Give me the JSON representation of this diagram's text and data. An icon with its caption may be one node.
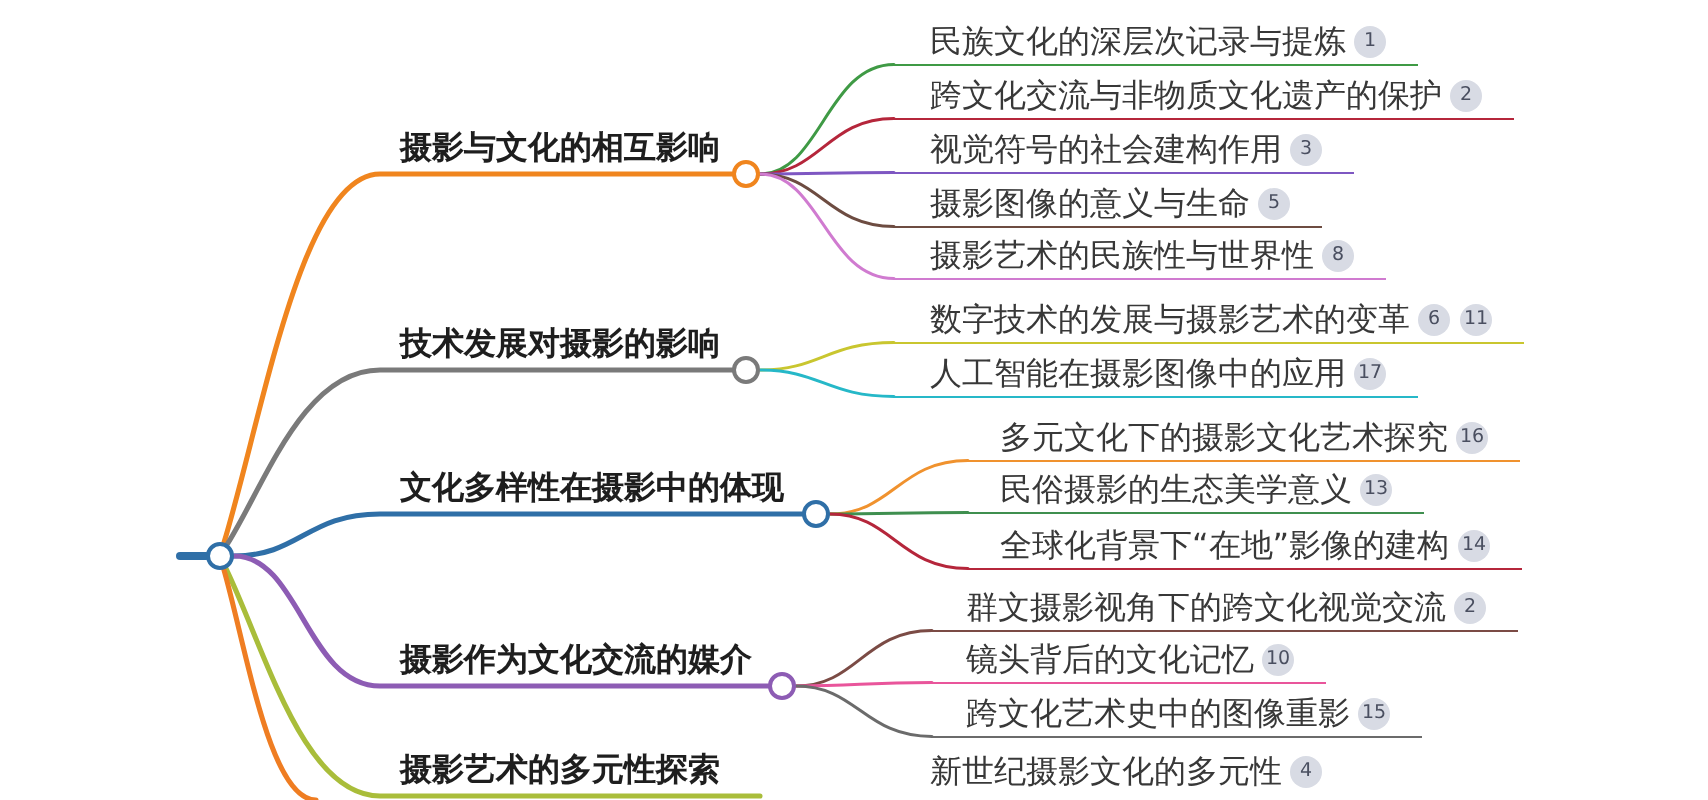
{
  "diagram": {
    "nodes": [
      {
        "text": [],
        "shape": "circle"
      },
      {
        "text": [],
        "shape": "circle"
      },
      {
        "text": [
          "民族文化的深层次记录与提炼",
          "1"
        ]
      },
      {
        "text": [
          "跨文化交流与非物质文化遗产的保护",
          "2"
        ]
      },
      {
        "text": [
          "视觉符号的社会建构作用",
          "3"
        ]
      },
      {
        "text": [
          "摄影图像的意义与生命",
          "5"
        ]
      },
      {
        "text": [
          "摄影艺术的民族性与世界性",
          "8"
        ]
      },
      {
        "text": [],
        "shape": "circle"
      },
      {
        "text": [
          "数字技术的发展与摄影艺术的变革",
          "6",
          "11"
        ]
      },
      {
        "text": [
          "人工智能在摄影图像中的应用",
          "17"
        ]
      },
      {
        "text": [],
        "shape": "circle"
      },
      {
        "text": [
          "多元文化下的摄影文化艺术探究",
          "16"
        ]
      },
      {
        "text": [
          "民俗摄影的生态美学意义",
          "13"
        ]
      },
      {
        "text": [
          "全球化背景下“在地”影像的建构",
          "14"
        ]
      },
      {
        "text": [],
        "shape": "circle"
      },
      {
        "text": [
          "群文摄影视角下的跨文化视觉交流",
          "2"
        ]
      },
      {
        "text": [
          "镜头背后的文化记忆",
          "10"
        ]
      },
      {
        "text": [
          "跨文化艺术史中的图像重影",
          "15"
        ]
      },
      {
        "text": [
          "新世纪摄影文化的多元性",
          "4"
        ]
      }
    ],
    "edges": [
      {
        "from": null,
        "to": 0,
        "arrow": "none",
        "style": "thick",
        "color": "#2f6fa7"
      },
      {
        "from": 0,
        "to": 1,
        "arrow": "none",
        "label": "摄影与文化的相互影响",
        "color": "#f0851e"
      },
      {
        "from": 0,
        "to": 7,
        "arrow": "none",
        "label": "技术发展对摄影的影响",
        "color": "#7a7a7a"
      },
      {
        "from": 0,
        "to": 10,
        "arrow": "none",
        "label": "文化多样性在摄影中的体现",
        "color": "#2f6fa7"
      },
      {
        "from": 0,
        "to": 14,
        "arrow": "none",
        "label": "摄影作为文化交流的媒介",
        "color": "#8d5cb4"
      },
      {
        "from": 0,
        "to": null,
        "arrow": "none",
        "label": "摄影艺术的多元性探索",
        "color": "#a9bd3a"
      },
      {
        "from": 0,
        "to": null,
        "arrow": "none",
        "color": "#ef7d22"
      },
      {
        "from": 1,
        "to": 2,
        "arrow": "none",
        "color": "#3f9a45"
      },
      {
        "from": 1,
        "to": 3,
        "arrow": "none",
        "color": "#b5263b"
      },
      {
        "from": 1,
        "to": 4,
        "arrow": "none",
        "color": "#7e57c2"
      },
      {
        "from": 1,
        "to": 5,
        "arrow": "none",
        "color": "#6d4c41"
      },
      {
        "from": 1,
        "to": 6,
        "arrow": "none",
        "color": "#d07bd0"
      },
      {
        "from": 7,
        "to": 8,
        "arrow": "none",
        "color": "#c9c62f"
      },
      {
        "from": 7,
        "to": 9,
        "arrow": "none",
        "color": "#26b8c8"
      },
      {
        "from": 10,
        "to": 11,
        "arrow": "none",
        "color": "#f0922e"
      },
      {
        "from": 10,
        "to": 12,
        "arrow": "none",
        "color": "#3f8f4f"
      },
      {
        "from": 10,
        "to": 13,
        "arrow": "none",
        "color": "#b5263b"
      },
      {
        "from": 14,
        "to": 15,
        "arrow": "none",
        "color": "#7b4b45"
      },
      {
        "from": 14,
        "to": 16,
        "arrow": "none",
        "color": "#e9559b"
      },
      {
        "from": 14,
        "to": 17,
        "arrow": "none",
        "color": "#6b6b6b"
      }
    ]
  }
}
